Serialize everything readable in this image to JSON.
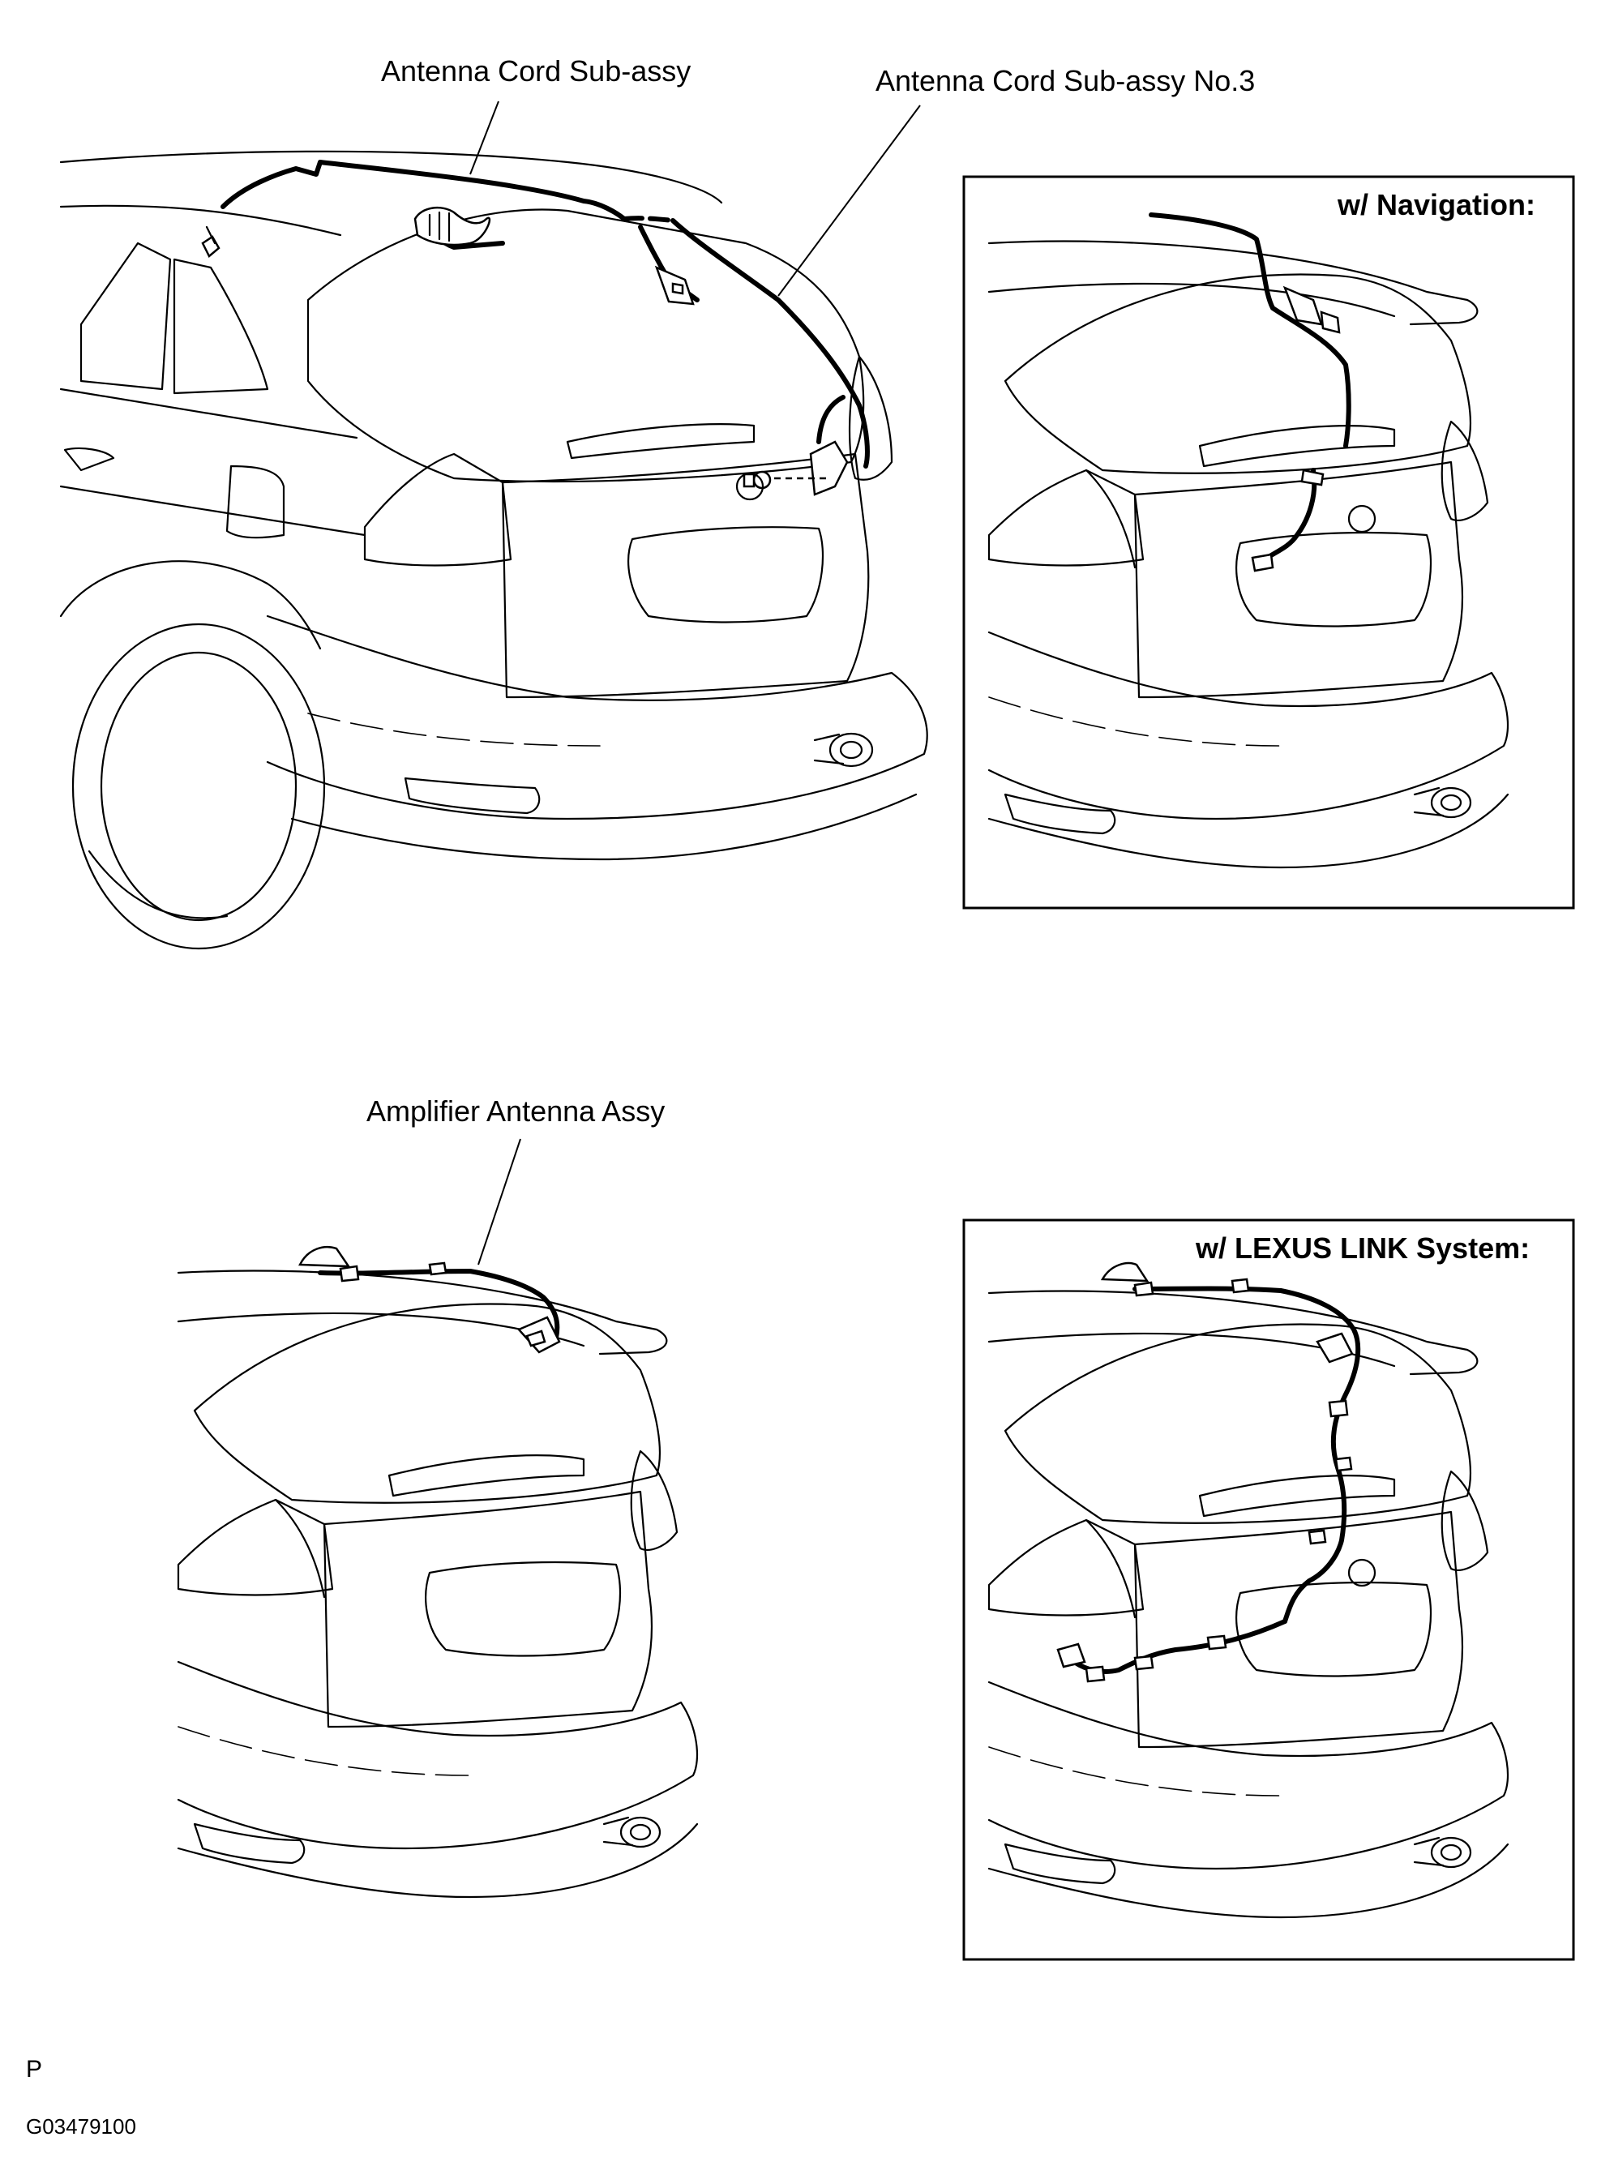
{
  "labels": {
    "antenna_cord": "Antenna Cord Sub-assy",
    "antenna_cord_no3": "Antenna Cord Sub-assy No.3",
    "amplifier_antenna": "Amplifier Antenna Assy"
  },
  "boxes": {
    "navigation": "w/ Navigation:",
    "lexus_link": "w/ LEXUS LINK System:"
  },
  "footer": {
    "marker": "P",
    "code": "G03479100"
  }
}
